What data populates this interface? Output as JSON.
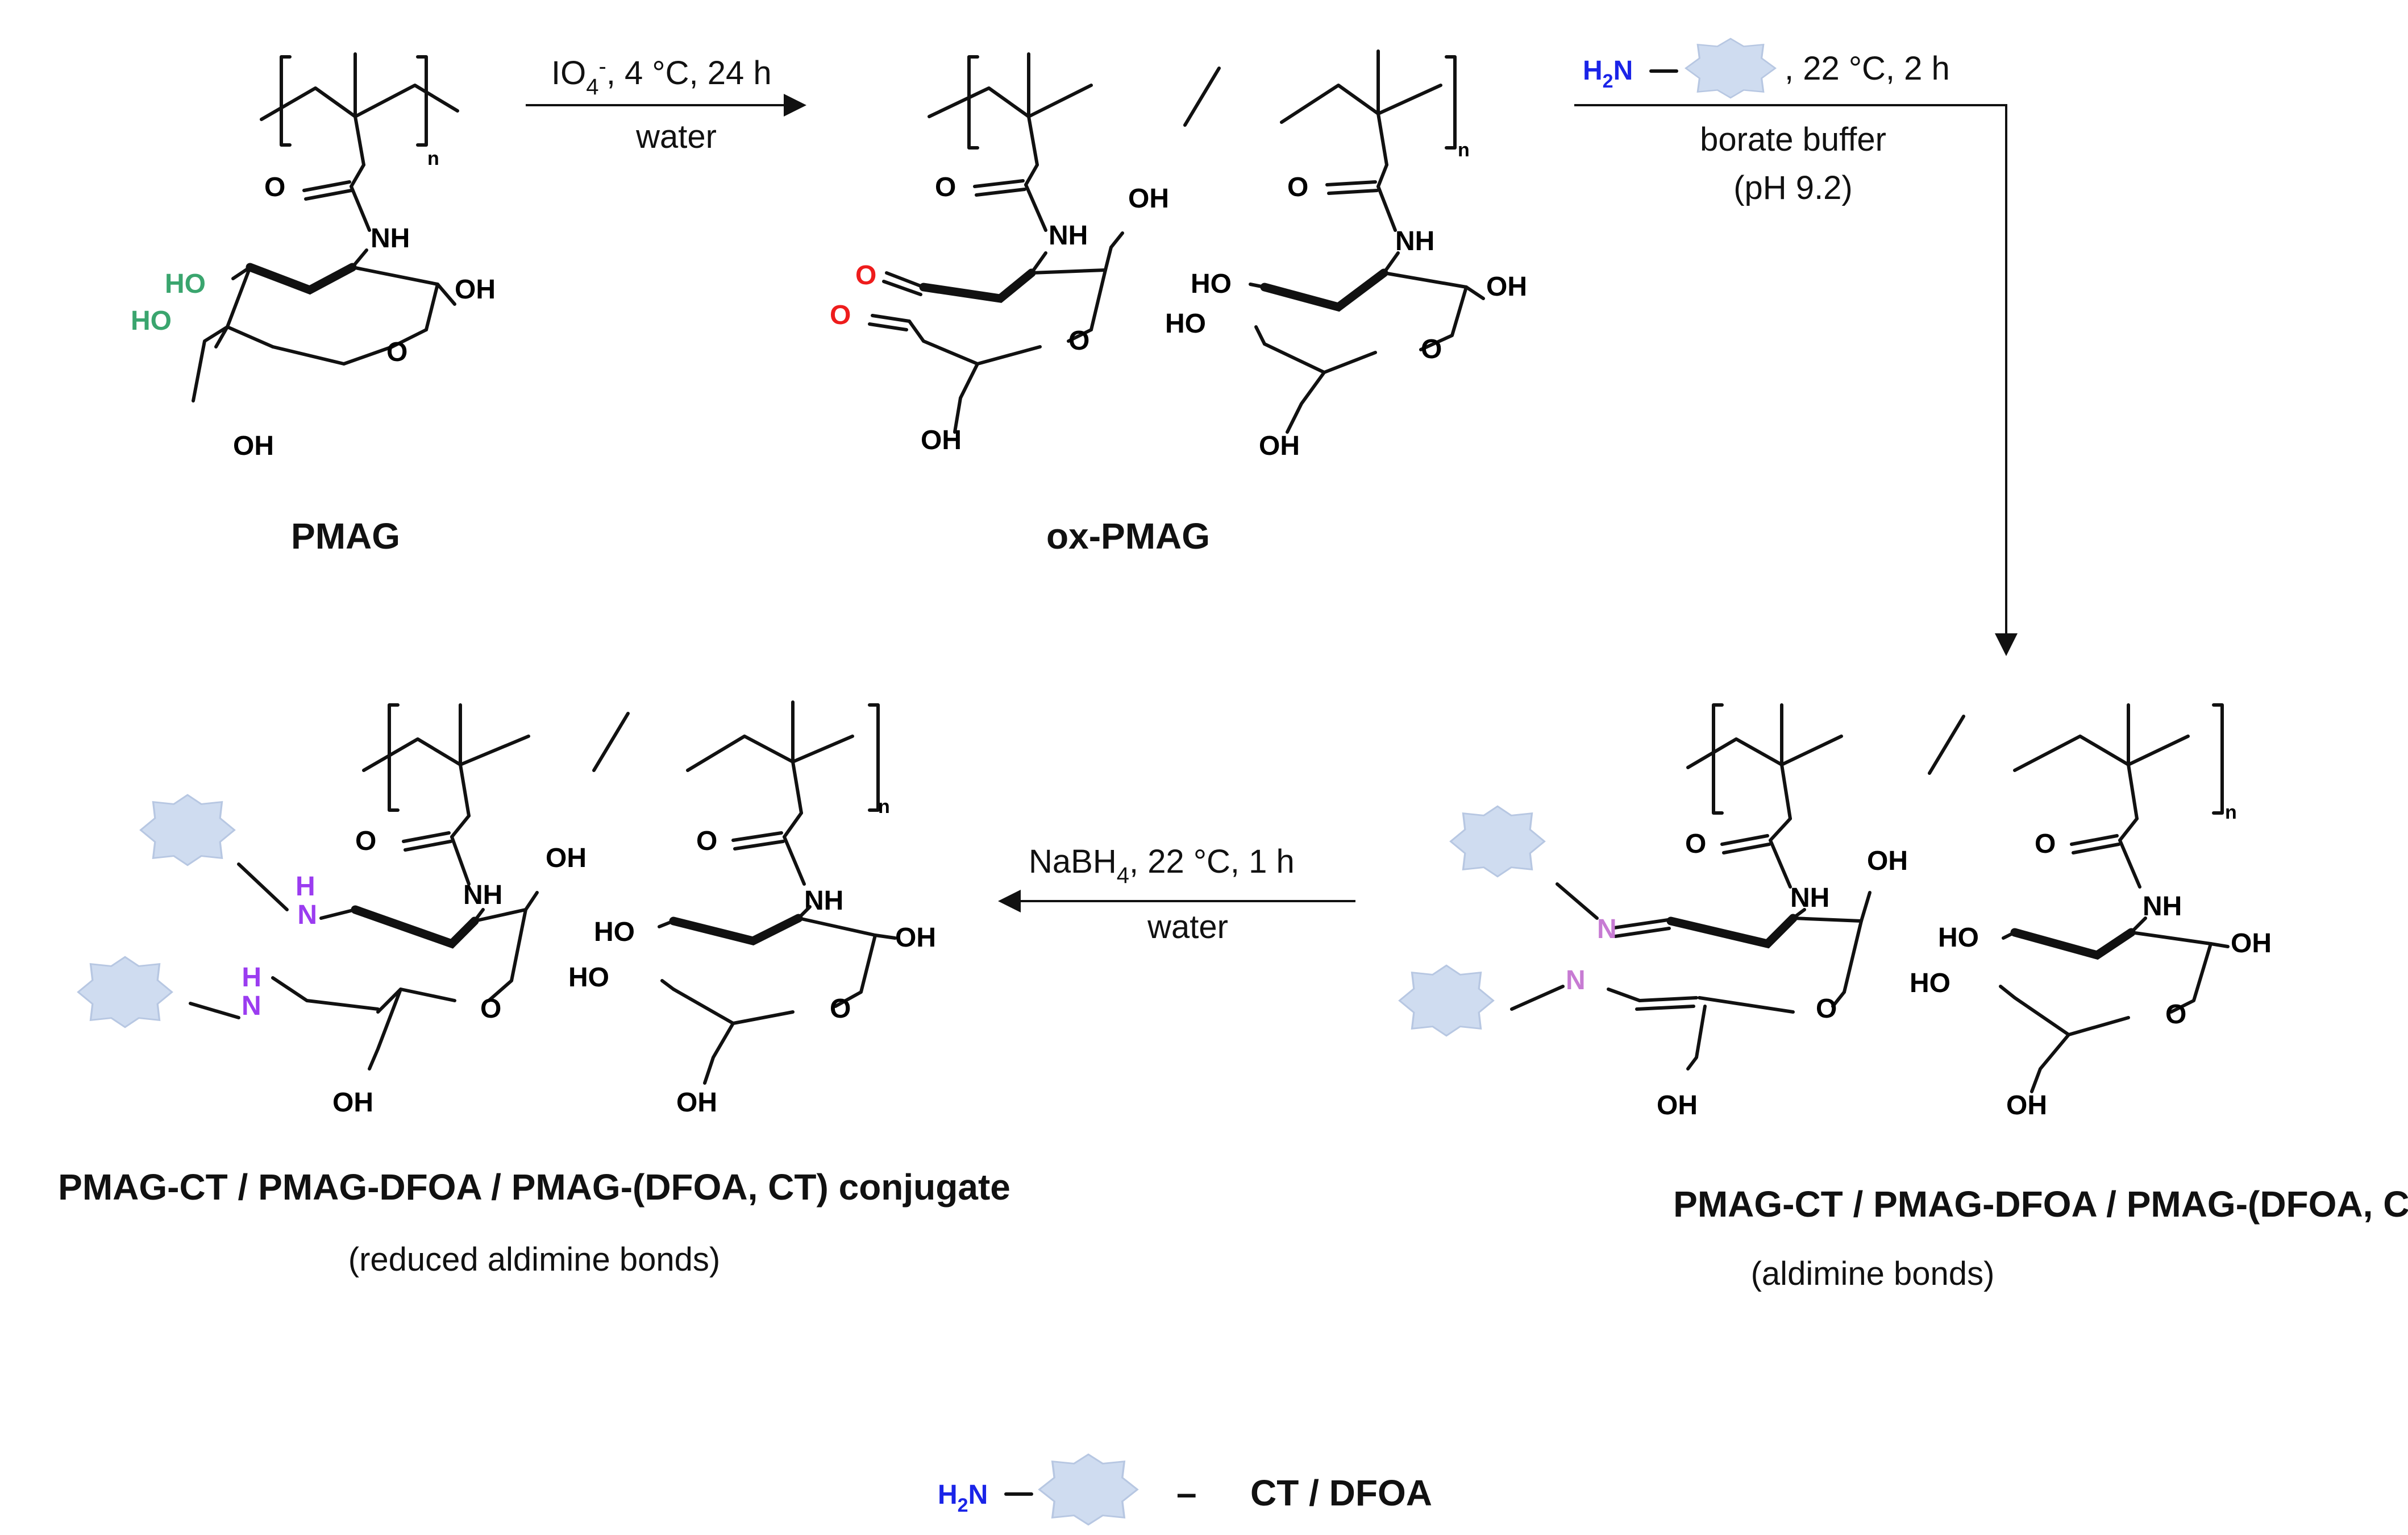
{
  "colors": {
    "nitrogen_blue": "#1a24e8",
    "green_oh": "#3aa56e",
    "aldehyde_red": "#ee1c1c",
    "imine_pink": "#c77bd3",
    "amine_purple": "#9b3cf0",
    "molecule_blob": "#cfdcf0",
    "text": "#111111"
  },
  "atoms": {
    "oh": "OH",
    "ho": "HO",
    "nh": "NH",
    "o": "O",
    "n": "N",
    "h": "H",
    "n_sub": "n",
    "h2": "H",
    "two": "2",
    "amine_n": "N"
  },
  "reactions": {
    "step1": {
      "line1_pre": "IO",
      "line1_sub": "4",
      "line1_sup": "-",
      "line1_post": ", 4 °C, 24 h",
      "line2": "water"
    },
    "step2": {
      "line1": ", 22 °C, 2 h",
      "line2": "borate buffer",
      "line3": "(pH 9.2)"
    },
    "step3": {
      "line1_pre": "NaBH",
      "line1_sub": "4",
      "line1_post": ", 22 °C, 1 h",
      "line2": "water"
    }
  },
  "compounds": {
    "pmag": "PMAG",
    "ox_pmag": "ox-PMAG",
    "conjugate_imine": "PMAG-CT / PMAG-DFOA / PMAG-(DFOA,  CT) conjugate",
    "conjugate_imine_note": "(aldimine bonds)",
    "conjugate_reduced": "PMAG-CT / PMAG-DFOA / PMAG-(DFOA,  CT) conjugate",
    "conjugate_reduced_note": "(reduced aldimine bonds)"
  },
  "legend": {
    "dash": "–",
    "label": "CT / DFOA"
  }
}
